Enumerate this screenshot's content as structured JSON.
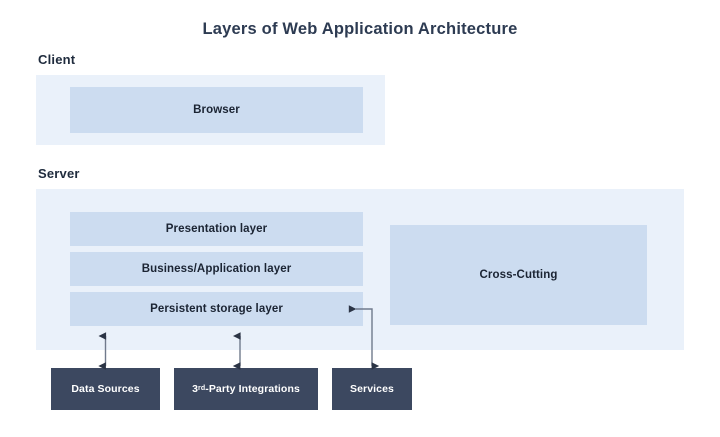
{
  "diagram": {
    "title": "Layers of Web Application Architecture",
    "colors": {
      "title_text": "#2d3b52",
      "section_label": "#1f2b3d",
      "tier_panel_bg": "#eaf1fa",
      "layer_box_bg": "#ccdcf0",
      "layer_box_text": "#1b2433",
      "external_box_bg": "#3c4860",
      "external_box_text": "#ffffff",
      "connector": "#555f70",
      "page_bg": "#ffffff"
    },
    "tiers": [
      {
        "label": "Client",
        "boxes": [
          {
            "label": "Browser"
          }
        ]
      },
      {
        "label": "Server",
        "boxes": [
          {
            "label": "Presentation layer"
          },
          {
            "label": "Business/Application layer"
          },
          {
            "label": "Persistent storage layer"
          },
          {
            "label": "Cross-Cutting"
          }
        ]
      }
    ],
    "external_systems": [
      {
        "label": "Data Sources"
      },
      {
        "label_prefix": "3",
        "label_superscript": "rd",
        "label_suffix": "-Party Integrations",
        "label_plain": "3rd-Party Integrations"
      },
      {
        "label": "Services"
      }
    ],
    "connectors": [
      {
        "from": "Persistent storage layer",
        "to": "Data Sources",
        "style": "double-arrow-vertical"
      },
      {
        "from": "Persistent storage layer",
        "to": "3rd-Party Integrations",
        "style": "double-arrow-vertical"
      },
      {
        "from": "Persistent storage layer",
        "to": "Services",
        "style": "double-arrow-elbow"
      }
    ]
  }
}
